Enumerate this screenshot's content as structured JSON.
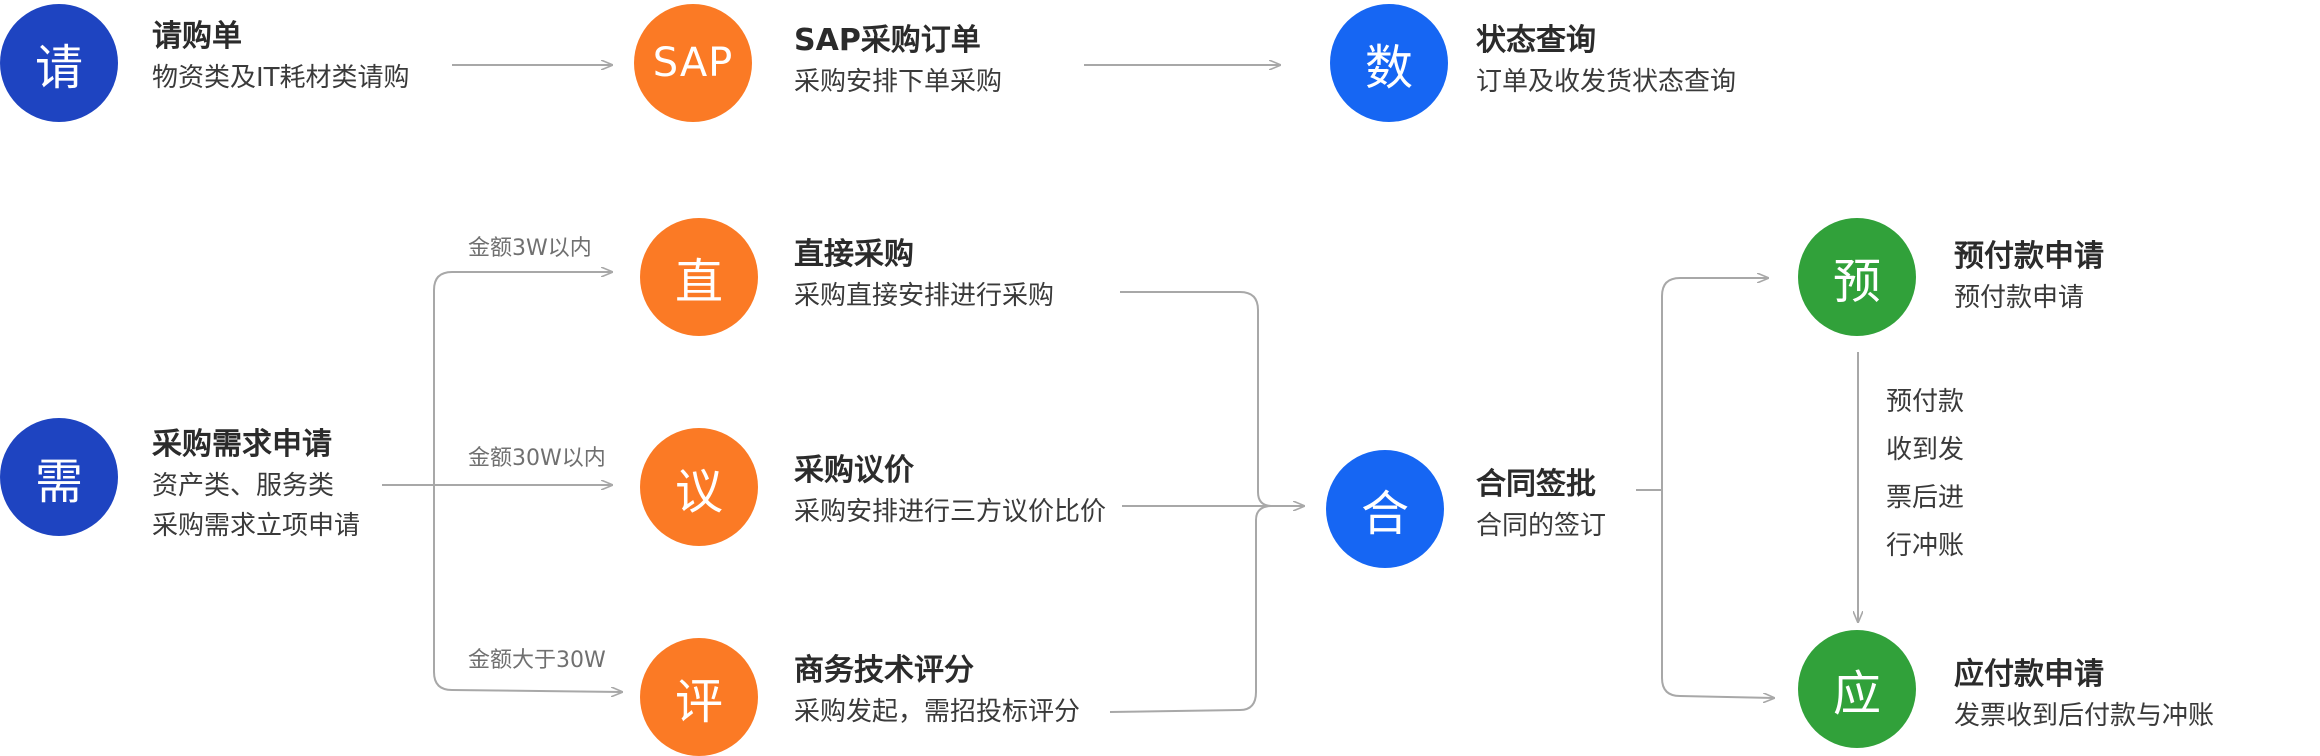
{
  "colors": {
    "navy": "#1e44c1",
    "blue": "#1666f3",
    "orange": "#fb7a25",
    "green": "#31a13a",
    "line": "#a8a8a8"
  },
  "top_row": {
    "request": {
      "icon": "请",
      "title": "请购单",
      "desc": "物资类及IT耗材类请购"
    },
    "sap": {
      "icon": "SAP",
      "title": "SAP采购订单",
      "desc": "采购安排下单采购"
    },
    "status": {
      "icon": "数",
      "title": "状态查询",
      "desc": "订单及收发货状态查询"
    }
  },
  "demand": {
    "icon": "需",
    "title": "采购需求申请",
    "desc_line1": "资产类、服务类",
    "desc_line2": "采购需求立项申请"
  },
  "branches": {
    "direct": {
      "condition": "金额3W以内",
      "icon": "直",
      "title": "直接采购",
      "desc": "采购直接安排进行采购"
    },
    "negotiate": {
      "condition": "金额30W以内",
      "icon": "议",
      "title": "采购议价",
      "desc": "采购安排进行三方议价比价"
    },
    "evaluate": {
      "condition": "金额大于30W",
      "icon": "评",
      "title": "商务技术评分",
      "desc": "采购发起，需招投标评分"
    }
  },
  "contract": {
    "icon": "合",
    "title": "合同签批",
    "desc": "合同的签订"
  },
  "prepay": {
    "icon": "预",
    "title": "预付款申请",
    "desc": "预付款申请"
  },
  "prepay_note": [
    "预付款",
    "收到发",
    "票后进",
    "行冲账"
  ],
  "payable": {
    "icon": "应",
    "title": "应付款申请",
    "desc": "发票收到后付款与冲账"
  }
}
